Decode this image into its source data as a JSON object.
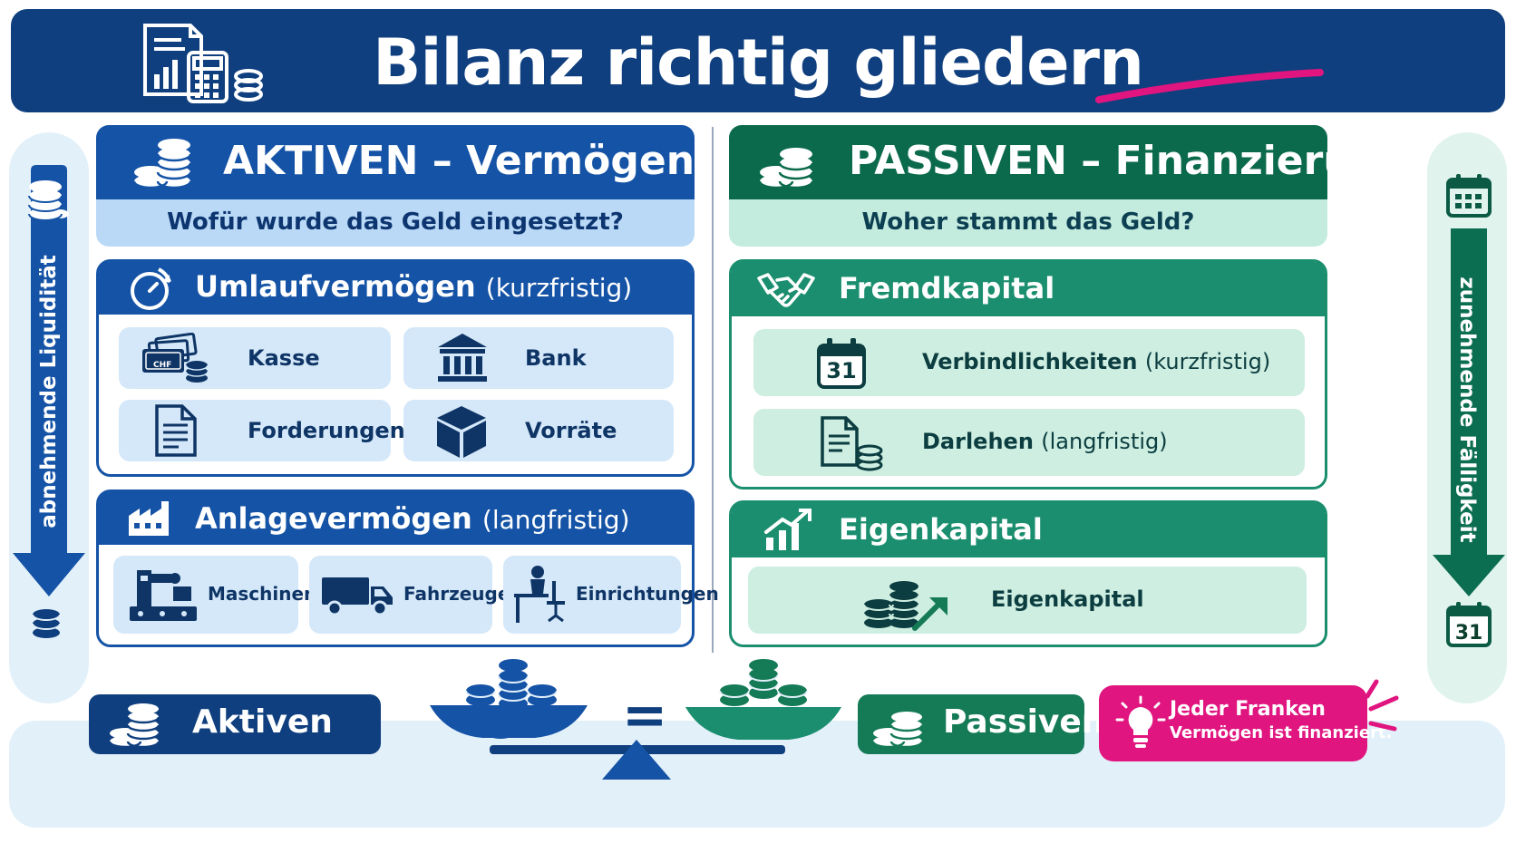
{
  "title": "Bilanz richtig gliedern",
  "left_rail": {
    "label": "abnehmende Liquidität"
  },
  "right_rail": {
    "label": "zunehmende Fälligkeit"
  },
  "calendar_day": "31",
  "aktiven": {
    "header": "AKTIVEN – Vermögen",
    "question": "Wofür wurde das Geld eingesetzt?",
    "umlauf": {
      "title": "Umlaufvermögen",
      "qualifier": "(kurzfristig)",
      "items": [
        "Kasse",
        "Bank",
        "Forderungen",
        "Vorräte"
      ],
      "currency": "CHF"
    },
    "anlage": {
      "title": "Anlagevermögen",
      "qualifier": "(langfristig)",
      "items": [
        "Maschinen",
        "Fahrzeuge",
        "Einrichtungen"
      ]
    }
  },
  "passiven": {
    "header": "PASSIVEN – Finanzierung",
    "question": "Woher stammt das Geld?",
    "fremd": {
      "title": "Fremdkapital",
      "items": [
        {
          "label": "Verbindlichkeiten",
          "qualifier": "(kurzfristig)"
        },
        {
          "label": "Darlehen",
          "qualifier": "(langfristig)"
        }
      ]
    },
    "eigen": {
      "title": "Eigenkapital",
      "item": "Eigenkapital"
    }
  },
  "balance": {
    "left_label": "Aktiven",
    "right_label": "Passiven",
    "equals": "=",
    "note_line1": "Jeder Franken",
    "note_line2": "Vermögen ist finanziert."
  },
  "colors": {
    "navy": "#0f3f7e",
    "blue": "#1553a6",
    "light_blue": "#b9d9f6",
    "card_blue": "#d4e8f9",
    "green_dark": "#0b6a4c",
    "green": "#1a8e6e",
    "light_green": "#c3ecdf",
    "card_green": "#cdeee0",
    "magenta": "#e0157f"
  }
}
